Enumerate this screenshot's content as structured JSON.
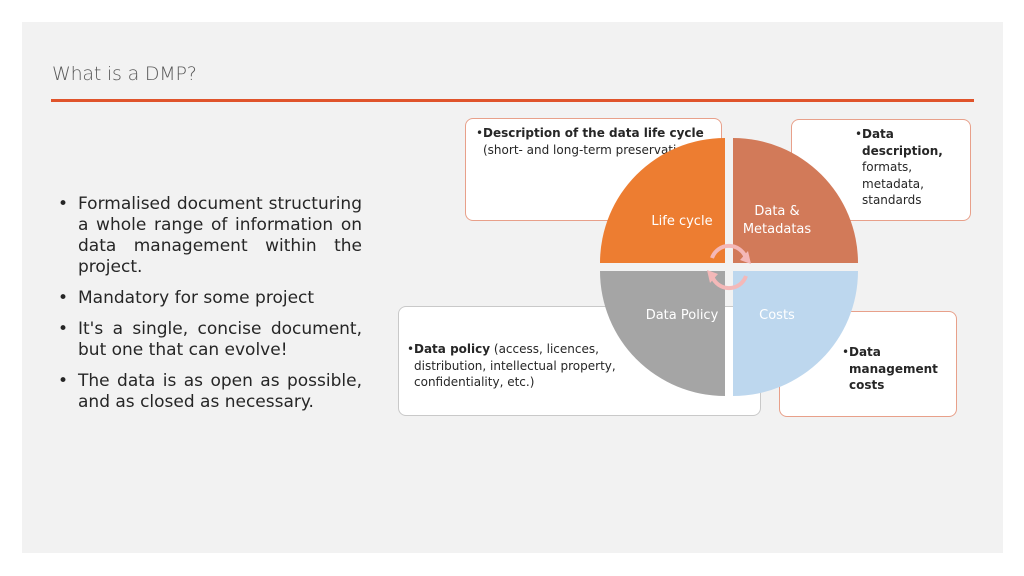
{
  "slide": {
    "title": "What is a DMP?"
  },
  "bullets": [
    "Formalised document structuring a whole range of information on data management within the project.",
    "Mandatory for some project",
    "It's a single, concise document, but one that can evolve!",
    "The data is as open as possible, and as closed as necessary."
  ],
  "notes": {
    "lifecycle": {
      "bold": "Description of the data life cycle",
      "rest": " (short- and long-term preservation)"
    },
    "data": {
      "bold": "Data description,",
      "rest": " formats, metadata, standards"
    },
    "policy": {
      "bold": "Data policy",
      "rest": " (access, licences, distribution, intellectual property, confidentiality, etc.)"
    },
    "costs": {
      "bold": "Data management costs",
      "rest": ""
    }
  },
  "cycle": {
    "segments": [
      {
        "id": "lifecycle",
        "label": "Life cycle",
        "color": "#ed7d31"
      },
      {
        "id": "metadatas",
        "label_line1": "Data &",
        "label_line2": "Metadatas",
        "color": "#d27a59"
      },
      {
        "id": "policy",
        "label": "Data Policy",
        "color": "#a5a5a5"
      },
      {
        "id": "costs",
        "label": "Costs",
        "color": "#bdd7ee"
      }
    ],
    "arrow_color": "#f4b8b8",
    "accent_color": "#e0542b"
  }
}
